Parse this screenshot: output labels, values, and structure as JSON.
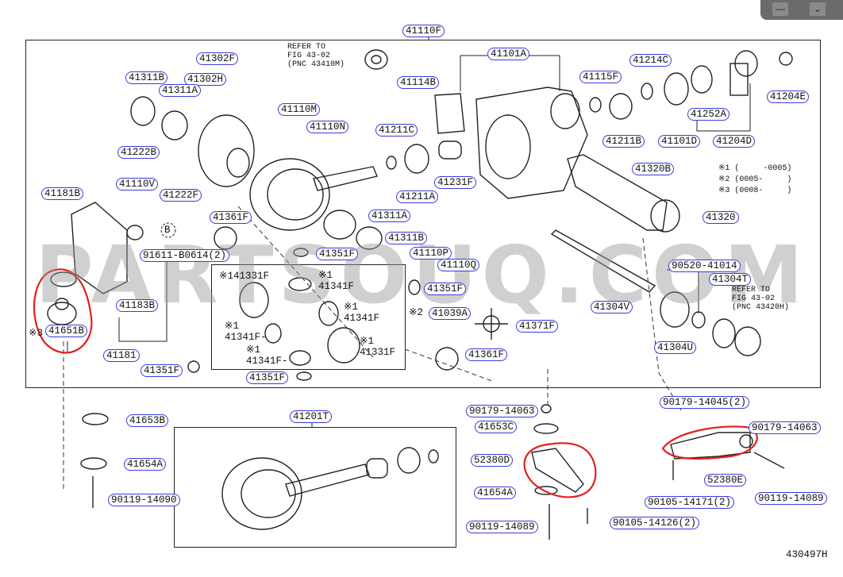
{
  "window_controls": {
    "minimize_icon": "minimize-icon",
    "dropdown_icon": "chevron-down-icon"
  },
  "watermark": "PARTSOUQ.COM",
  "figure_code": "430497H",
  "refer_notes": [
    "REFER TO\nFIG 43-02\n(PNC 43410M)",
    "REFER TO\nFIG 43-02\n(PNC 43420H)"
  ],
  "legend": [
    "※1 (     -0005)",
    "※2 (0005-     )",
    "※3 (0008-     )"
  ],
  "callout_b": "B",
  "diff_box_labels": [
    "※141331F",
    "※1\n41341F",
    "※1\n41341F",
    "※1\n41341F-",
    "※1\n41331F",
    "※1\n41341F-"
  ],
  "marks": [
    "※3",
    "※2"
  ],
  "labels": [
    "41110F",
    "41101A",
    "41302F",
    "41311B",
    "41302H",
    "41311A",
    "41114B",
    "41115F",
    "41214C",
    "41204E",
    "41110M",
    "41110N",
    "41211C",
    "41211B",
    "41101D",
    "41252A",
    "41204D",
    "41222B",
    "41110V",
    "41222F",
    "41231F",
    "41211A",
    "41320B",
    "41181B",
    "41361F",
    "41311A",
    "41320",
    "91611-B0614(2)",
    "41311B",
    "41351F",
    "41110P",
    "41110Q",
    "90520-41014",
    "41304T",
    "41351F",
    "41183B",
    "41039A",
    "41304V",
    "41651B",
    "41371F",
    "41181",
    "41361F",
    "41304U",
    "41351F",
    "41351F",
    "41653B",
    "41654A",
    "90119-14090",
    "41201T",
    "90179-14063",
    "41653C",
    "52380D",
    "41654A",
    "90119-14089",
    "90105-14126(2)",
    "90179-14045(2)",
    "90179-14063",
    "52380E",
    "90105-14171(2)",
    "90119-14089"
  ],
  "highlight_color": "#e02020",
  "label_border_color": "#3a3ae0"
}
